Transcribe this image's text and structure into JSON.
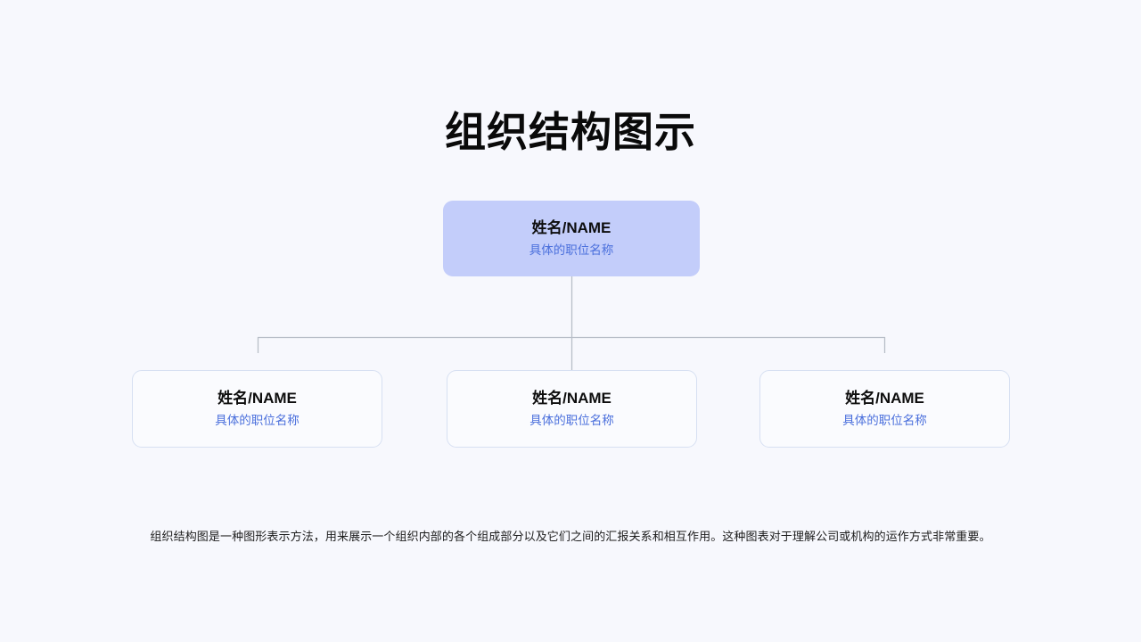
{
  "slide": {
    "title": "组织结构图示",
    "background_color": "#f7f8fd",
    "caption": "组织结构图是一种图形表示方法，用来展示一个组织内部的各个组成部分以及它们之间的汇报关系和相互作用。这种图表对于理解公司或机构的运作方式非常重要。"
  },
  "colors": {
    "root_node_fill": "#c3cdfa",
    "child_node_fill": "#fafbfe",
    "child_node_border": "#d7e0f2",
    "connector_line": "#b8bec8",
    "name_text": "#0d0d0d",
    "title_text": "#4a6fdc",
    "heading_text": "#0a0a0a"
  },
  "org_chart": {
    "root": {
      "name": "姓名/NAME",
      "position_title": "具体的职位名称"
    },
    "children": [
      {
        "name": "姓名/NAME",
        "position_title": "具体的职位名称"
      },
      {
        "name": "姓名/NAME",
        "position_title": "具体的职位名称"
      },
      {
        "name": "姓名/NAME",
        "position_title": "具体的职位名称"
      }
    ]
  }
}
